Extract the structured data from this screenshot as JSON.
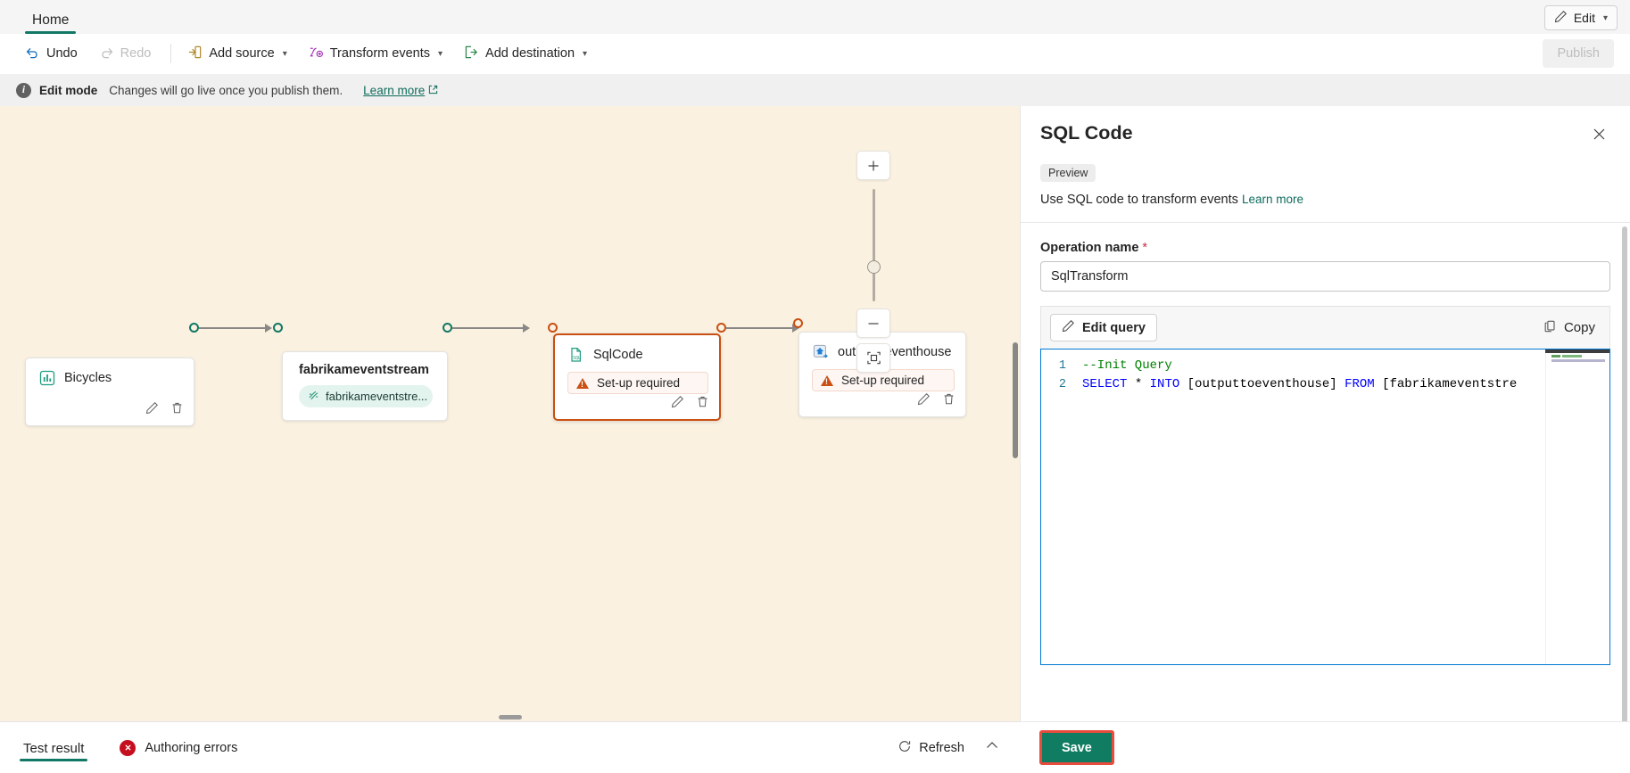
{
  "window": {
    "tabs": [
      {
        "label": "Home",
        "active": true
      }
    ],
    "edit_button": {
      "label": "Edit",
      "icon": "pencil-icon"
    }
  },
  "commandbar": {
    "undo": {
      "label": "Undo",
      "icon": "undo-icon",
      "disabled": false
    },
    "redo": {
      "label": "Redo",
      "icon": "redo-icon",
      "disabled": true
    },
    "add_source": {
      "label": "Add source",
      "icon": "add-source-icon"
    },
    "transform_events": {
      "label": "Transform events",
      "icon": "transform-icon"
    },
    "add_destination": {
      "label": "Add destination",
      "icon": "add-destination-icon"
    },
    "publish": {
      "label": "Publish",
      "disabled": true
    }
  },
  "editmode": {
    "icon": "info-icon",
    "title": "Edit mode",
    "text": "Changes will go live once you publish them.",
    "link": "Learn more",
    "link_icon": "external-link-icon"
  },
  "canvas": {
    "background": "#faf1e1",
    "nodes": [
      {
        "id": "bicycles",
        "title": "Bicycles",
        "icon": "chart-source-icon",
        "selected": false,
        "actions": [
          "edit-icon",
          "delete-icon"
        ]
      },
      {
        "id": "fabrikameventstream",
        "title": "fabrikameventstream",
        "chip": "fabrikameventstre...",
        "chip_icon": "eventstream-icon",
        "selected": false,
        "actions": []
      },
      {
        "id": "sqlcode",
        "title": "SqlCode",
        "icon": "sql-file-icon",
        "status": "Set-up required",
        "status_icon": "warning-icon",
        "selected": true,
        "actions": [
          "edit-icon",
          "delete-icon"
        ]
      },
      {
        "id": "outputtoeventhouse",
        "title": "outputtoeventhouse",
        "icon": "eventhouse-icon",
        "status": "Set-up required",
        "status_icon": "warning-icon",
        "selected": false,
        "actions": [
          "edit-icon",
          "delete-icon"
        ]
      }
    ],
    "zoom_controls": {
      "zoom_in": "plus-icon",
      "zoom_out": "minus-icon",
      "fit_to_screen": "fit-screen-icon"
    }
  },
  "bottombar": {
    "tabs": [
      {
        "label": "Test result",
        "active": true
      }
    ],
    "errors": {
      "label": "Authoring errors",
      "icon": "error-icon",
      "badge": "x"
    },
    "refresh": {
      "label": "Refresh",
      "icon": "refresh-icon"
    },
    "collapse": {
      "icon": "chevron-up-icon"
    }
  },
  "panel": {
    "title": "SQL Code",
    "close_icon": "close-icon",
    "badge": "Preview",
    "description": "Use SQL code to transform events",
    "description_link": "Learn more",
    "operation_name": {
      "label": "Operation name",
      "required": "*",
      "value": "SqlTransform"
    },
    "editor": {
      "edit_query_button": {
        "label": "Edit query",
        "icon": "pencil-icon"
      },
      "copy_button": {
        "label": "Copy",
        "icon": "copy-icon"
      },
      "lines": [
        {
          "num": "1",
          "tokens": [
            {
              "t": "--Init Query",
              "c": "cmt"
            }
          ]
        },
        {
          "num": "2",
          "tokens": [
            {
              "t": "SELECT",
              "c": "kw"
            },
            {
              "t": " * ",
              "c": ""
            },
            {
              "t": "INTO",
              "c": "kw"
            },
            {
              "t": " [outputtoeventhouse] ",
              "c": ""
            },
            {
              "t": "FROM",
              "c": "kw"
            },
            {
              "t": " [fabrikameventstre",
              "c": ""
            }
          ]
        }
      ]
    },
    "footer": {
      "save_label": "Save",
      "save_color": "#107c62",
      "highlight_color": "#e74c3c"
    }
  }
}
